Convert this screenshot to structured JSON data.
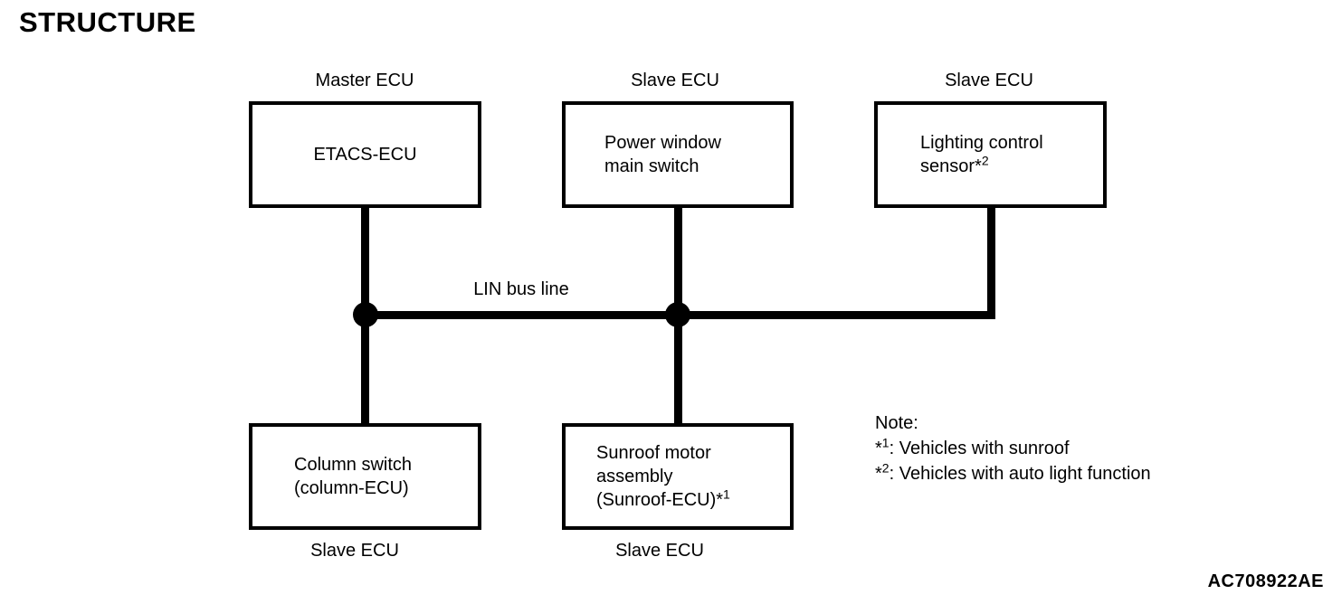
{
  "page": {
    "title": "STRUCTURE",
    "figure_code": "AC708922AE",
    "colors": {
      "ink": "#000000",
      "background": "#ffffff"
    }
  },
  "bus": {
    "label": "LIN bus line"
  },
  "nodes": {
    "etacs": {
      "role": "Master ECU",
      "lines": [
        "ETACS-ECU"
      ]
    },
    "power_window": {
      "role": "Slave ECU",
      "lines": [
        "Power window",
        "main switch"
      ]
    },
    "lighting": {
      "role": "Slave ECU",
      "lines": [
        "Lighting control",
        "sensor*"
      ],
      "sup": "2"
    },
    "column_switch": {
      "role": "Slave ECU",
      "lines": [
        "Column switch",
        "(column-ECU)"
      ]
    },
    "sunroof": {
      "role": "Slave ECU",
      "lines": [
        "Sunroof motor",
        "assembly",
        "(Sunroof-ECU)*"
      ],
      "sup": "1"
    }
  },
  "note": {
    "heading": "Note:",
    "items": [
      {
        "marker": "*",
        "sup": "1",
        "text": ": Vehicles with sunroof"
      },
      {
        "marker": "*",
        "sup": "2",
        "text": ": Vehicles with auto light function"
      }
    ]
  }
}
